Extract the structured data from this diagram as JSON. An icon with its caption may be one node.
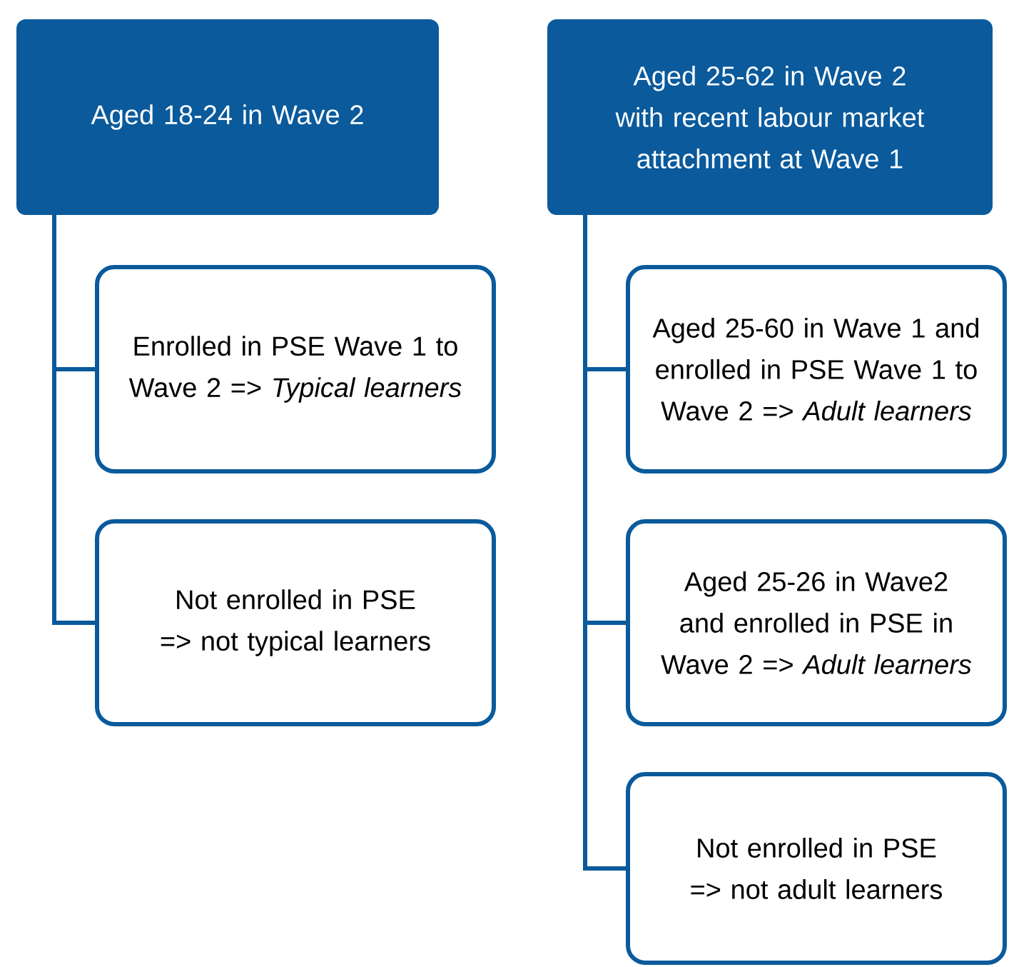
{
  "diagram": {
    "nodes": [
      {
        "text": [
          "Aged 18-24 in Wave 2"
        ]
      },
      {
        "text": [
          "Aged 25-62 in Wave 2 with recent labour market attachment at Wave 1"
        ]
      },
      {
        "text": [
          "Enrolled in PSE Wave 1 to Wave 2 => *Typical learners*"
        ]
      },
      {
        "text": [
          "Not enrolled in PSE => not typical learners"
        ]
      },
      {
        "text": [
          "Aged 25-60 in Wave 1 and enrolled in PSE Wave 1 to Wave 2 => *Adult learners*"
        ]
      },
      {
        "text": [
          "Aged 25-26 in Wave2 and enrolled in PSE in Wave 2 => *Adult learners*"
        ]
      },
      {
        "text": [
          "Not enrolled in PSE => not adult learners"
        ]
      }
    ],
    "edges": [
      {
        "from": 0,
        "to": 2,
        "arrow": "none"
      },
      {
        "from": 0,
        "to": 3,
        "arrow": "none"
      },
      {
        "from": 1,
        "to": 4,
        "arrow": "none"
      },
      {
        "from": 1,
        "to": 5,
        "arrow": "none"
      },
      {
        "from": 1,
        "to": 6,
        "arrow": "none"
      }
    ]
  }
}
